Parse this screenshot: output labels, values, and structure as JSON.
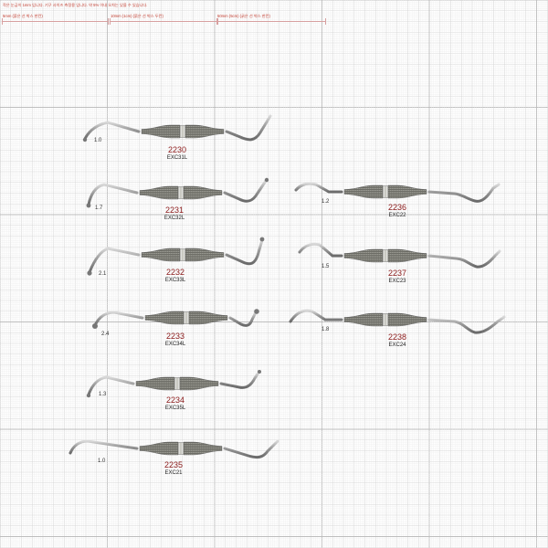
{
  "header": {
    "notes": [
      "작은 눈금이 1mm 입니다.  기구 사이즈 측정용 입니다. 약 5% 이내 오차는 있을 수 있습니다.",
      "5mm (붉은 선 박스 한칸)",
      "10mm (1cm) (붉은 선 박스 두칸)",
      "50mm (5cm) (굵은 선 박스 한칸)"
    ]
  },
  "instruments": [
    {
      "code": "2230",
      "model": "EXC31L",
      "size": "1.0"
    },
    {
      "code": "2231",
      "model": "EXC32L",
      "size": "1.7"
    },
    {
      "code": "2232",
      "model": "EXC33L",
      "size": "2.1"
    },
    {
      "code": "2233",
      "model": "EXC34L",
      "size": "2.4"
    },
    {
      "code": "2234",
      "model": "EXC35L",
      "size": "1.3"
    },
    {
      "code": "2235",
      "model": "EXC21",
      "size": "1.0"
    },
    {
      "code": "2236",
      "model": "EXC22",
      "size": "1.2"
    },
    {
      "code": "2237",
      "model": "EXC23",
      "size": "1.5"
    },
    {
      "code": "2238",
      "model": "EXC24",
      "size": "1.8"
    }
  ],
  "colors": {
    "accent": "#8b1a1a",
    "grid_fine": "#ececec",
    "grid_bold": "#bdbdbd",
    "ruler": "#d7a0a0"
  }
}
